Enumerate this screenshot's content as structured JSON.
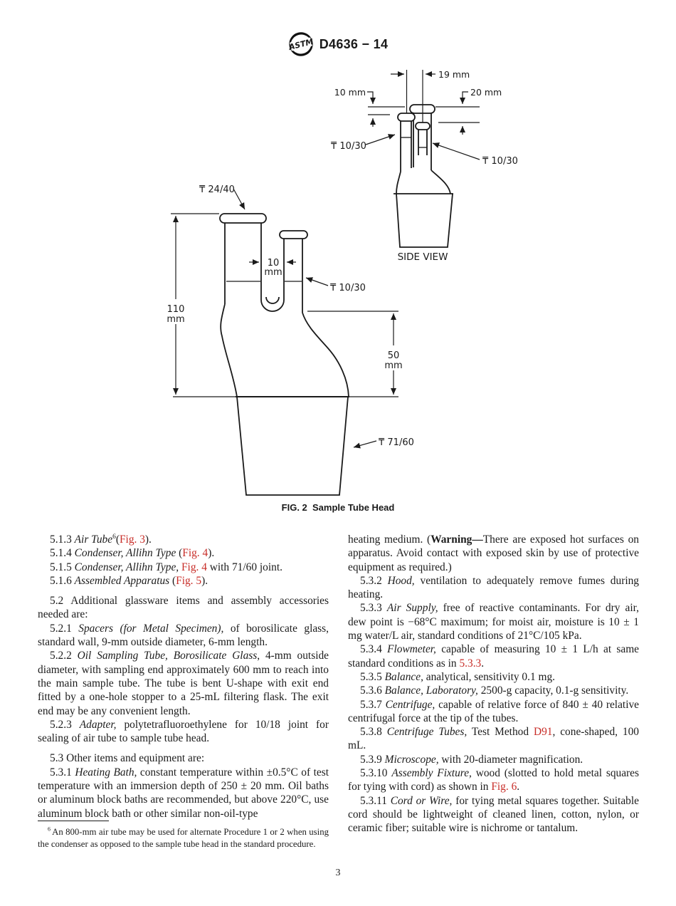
{
  "header": {
    "logo_text": "ASTM",
    "standard_code": "D4636 − 14"
  },
  "figure": {
    "caption": "FIG. 2  Sample Tube Head",
    "side_view_label": "SIDE VIEW",
    "labels": {
      "dim_19mm": "19 mm",
      "dim_10mm_top": "10 mm",
      "dim_20mm": "20 mm",
      "joint_10_30_side_left": "₸ 10/30",
      "joint_10_30_side_right": "₸ 10/30",
      "joint_24_40": "₸ 24/40",
      "joint_10_30_front": "₸ 10/30",
      "dim_10": "10",
      "dim_10_unit": "mm",
      "dim_110": "110",
      "dim_110_unit": "mm",
      "dim_50": "50",
      "dim_50_unit": "mm",
      "joint_71_60": "₸ 71/60"
    }
  },
  "columns": {
    "left": [
      {
        "segments": [
          {
            "t": "5.1.3 "
          },
          {
            "t": "Air Tube",
            "i": true
          },
          {
            "t": "6",
            "sup": true
          },
          {
            "t": "("
          },
          {
            "t": "Fig. 3",
            "red": true
          },
          {
            "t": ")."
          }
        ]
      },
      {
        "segments": [
          {
            "t": "5.1.4 "
          },
          {
            "t": "Condenser, Allihn Type",
            "i": true
          },
          {
            "t": " ("
          },
          {
            "t": "Fig. 4",
            "red": true
          },
          {
            "t": ")."
          }
        ]
      },
      {
        "segments": [
          {
            "t": "5.1.5 "
          },
          {
            "t": "Condenser, Allihn Type,",
            "i": true
          },
          {
            "t": " "
          },
          {
            "t": "Fig. 4",
            "red": true
          },
          {
            "t": " with 71/60 joint."
          }
        ]
      },
      {
        "segments": [
          {
            "t": "5.1.6 "
          },
          {
            "t": "Assembled Apparatus",
            "i": true
          },
          {
            "t": " ("
          },
          {
            "t": "Fig. 5",
            "red": true
          },
          {
            "t": ")."
          }
        ]
      },
      {
        "space_before": true,
        "segments": [
          {
            "t": "5.2 Additional glassware items and assembly accessories needed are:"
          }
        ]
      },
      {
        "segments": [
          {
            "t": "5.2.1 "
          },
          {
            "t": "Spacers (for Metal Specimen),",
            "i": true
          },
          {
            "t": " of borosilicate glass, standard wall, 9-mm outside diameter, 6-mm length."
          }
        ]
      },
      {
        "segments": [
          {
            "t": "5.2.2 "
          },
          {
            "t": "Oil Sampling Tube, Borosilicate Glass",
            "i": true
          },
          {
            "t": ", 4-mm outside diameter, with sampling end approximately 600 mm to reach into the main sample tube. The tube is bent U-shape with exit end fitted by a one-hole stopper to a 25-mL filtering flask. The exit end may be any convenient length."
          }
        ]
      },
      {
        "segments": [
          {
            "t": "5.2.3 "
          },
          {
            "t": "Adapter,",
            "i": true
          },
          {
            "t": " polytetrafluoroethylene for 10/18 joint for sealing of air tube to sample tube head."
          }
        ]
      },
      {
        "space_before": true,
        "segments": [
          {
            "t": "5.3 Other items and equipment are:"
          }
        ]
      },
      {
        "segments": [
          {
            "t": "5.3.1 "
          },
          {
            "t": "Heating Bath,",
            "i": true
          },
          {
            "t": " constant temperature within ±0.5°C of test temperature with an immersion depth of 250 ± 20 mm. Oil baths or aluminum block baths are recommended, but above 220°C, use aluminum block bath or other similar non-oil-type"
          }
        ]
      }
    ],
    "right": [
      {
        "indent": false,
        "segments": [
          {
            "t": "heating medium. ("
          },
          {
            "t": "Warning—",
            "b": true
          },
          {
            "t": "There are exposed hot surfaces on apparatus. Avoid contact with exposed skin by use of protective equipment as required.)"
          }
        ]
      },
      {
        "segments": [
          {
            "t": "5.3.2 "
          },
          {
            "t": "Hood,",
            "i": true
          },
          {
            "t": " ventilation to adequately remove fumes during heating."
          }
        ]
      },
      {
        "segments": [
          {
            "t": "5.3.3 "
          },
          {
            "t": "Air Supply,",
            "i": true
          },
          {
            "t": " free of reactive contaminants. For dry air, dew point is −68°C maximum; for moist air, moisture is 10 ± 1 mg water/L air, standard conditions of 21°C/105 kPa."
          }
        ]
      },
      {
        "segments": [
          {
            "t": "5.3.4 "
          },
          {
            "t": "Flowmeter,",
            "i": true
          },
          {
            "t": " capable of measuring 10 ± 1 L/h at same standard conditions as in "
          },
          {
            "t": "5.3.3",
            "red": true
          },
          {
            "t": "."
          }
        ]
      },
      {
        "segments": [
          {
            "t": "5.3.5 "
          },
          {
            "t": "Balance,",
            "i": true
          },
          {
            "t": " analytical, sensitivity 0.1 mg."
          }
        ]
      },
      {
        "segments": [
          {
            "t": "5.3.6 "
          },
          {
            "t": "Balance, Laboratory,",
            "i": true
          },
          {
            "t": " 2500-g capacity, 0.1-g sensitivity."
          }
        ]
      },
      {
        "segments": [
          {
            "t": "5.3.7 "
          },
          {
            "t": "Centrifuge,",
            "i": true
          },
          {
            "t": " capable of relative force of 840 ± 40 relative centrifugal force at the tip of the tubes."
          }
        ]
      },
      {
        "segments": [
          {
            "t": "5.3.8 "
          },
          {
            "t": "Centrifuge Tubes,",
            "i": true
          },
          {
            "t": " Test Method "
          },
          {
            "t": "D91",
            "red": true
          },
          {
            "t": ", cone-shaped, 100 mL."
          }
        ]
      },
      {
        "segments": [
          {
            "t": "5.3.9 "
          },
          {
            "t": "Microscope,",
            "i": true
          },
          {
            "t": " with 20-diameter magnification."
          }
        ]
      },
      {
        "segments": [
          {
            "t": "5.3.10 "
          },
          {
            "t": "Assembly Fixture,",
            "i": true
          },
          {
            "t": " wood (slotted to hold metal squares for tying with cord) as shown in "
          },
          {
            "t": "Fig. 6",
            "red": true
          },
          {
            "t": "."
          }
        ]
      },
      {
        "segments": [
          {
            "t": "5.3.11 "
          },
          {
            "t": "Cord or Wire,",
            "i": true
          },
          {
            "t": " for tying metal squares together. Suitable cord should be lightweight of cleaned linen, cotton, nylon, or ceramic fiber; suitable wire is nichrome or tantalum."
          }
        ]
      }
    ]
  },
  "footnote": {
    "paragraphs": [
      {
        "segments": [
          {
            "t": "6 ",
            "sup": true
          },
          {
            "t": "An 800-mm air tube may be used for alternate Procedure 1 or 2 when using the condenser as opposed to the sample tube head in the standard procedure."
          }
        ]
      }
    ]
  },
  "page_number": "3",
  "colors": {
    "link_red": "#c82d28",
    "text": "#1c1c1c",
    "line": "#1a1a1a"
  }
}
